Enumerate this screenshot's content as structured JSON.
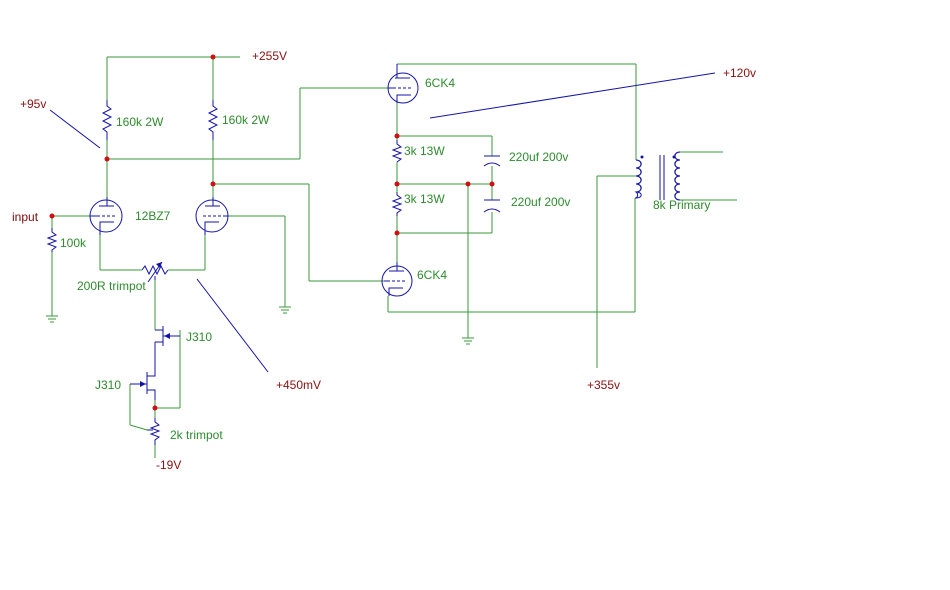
{
  "colors": {
    "wire": "#3a9a3a",
    "component": "#1414a8",
    "junction": "#d01010",
    "voltage_label": "#8b1010",
    "component_label": "#2e8b2e",
    "background": "#ffffff"
  },
  "voltages": {
    "v255": "+255V",
    "v95": "+95v",
    "v120": "+120v",
    "v450m": "+450mV",
    "v355": "+355v",
    "vneg19": "-19V"
  },
  "labels": {
    "input": "input",
    "r160k_left": "160k 2W",
    "r160k_right": "160k 2W",
    "r100k": "100k",
    "tube_12bz7": "12BZ7",
    "trim200": "200R trimpot",
    "jfet_upper": "J310",
    "jfet_lower": "J310",
    "trim2k": "2k trimpot",
    "tube_6ck4_top": "6CK4",
    "tube_6ck4_bottom": "6CK4",
    "r3k_top": "3k 13W",
    "r3k_bottom": "3k 13W",
    "cap_top": "220uf 200v",
    "cap_bottom": "220uf 200v",
    "transformer": "8k Primary"
  }
}
